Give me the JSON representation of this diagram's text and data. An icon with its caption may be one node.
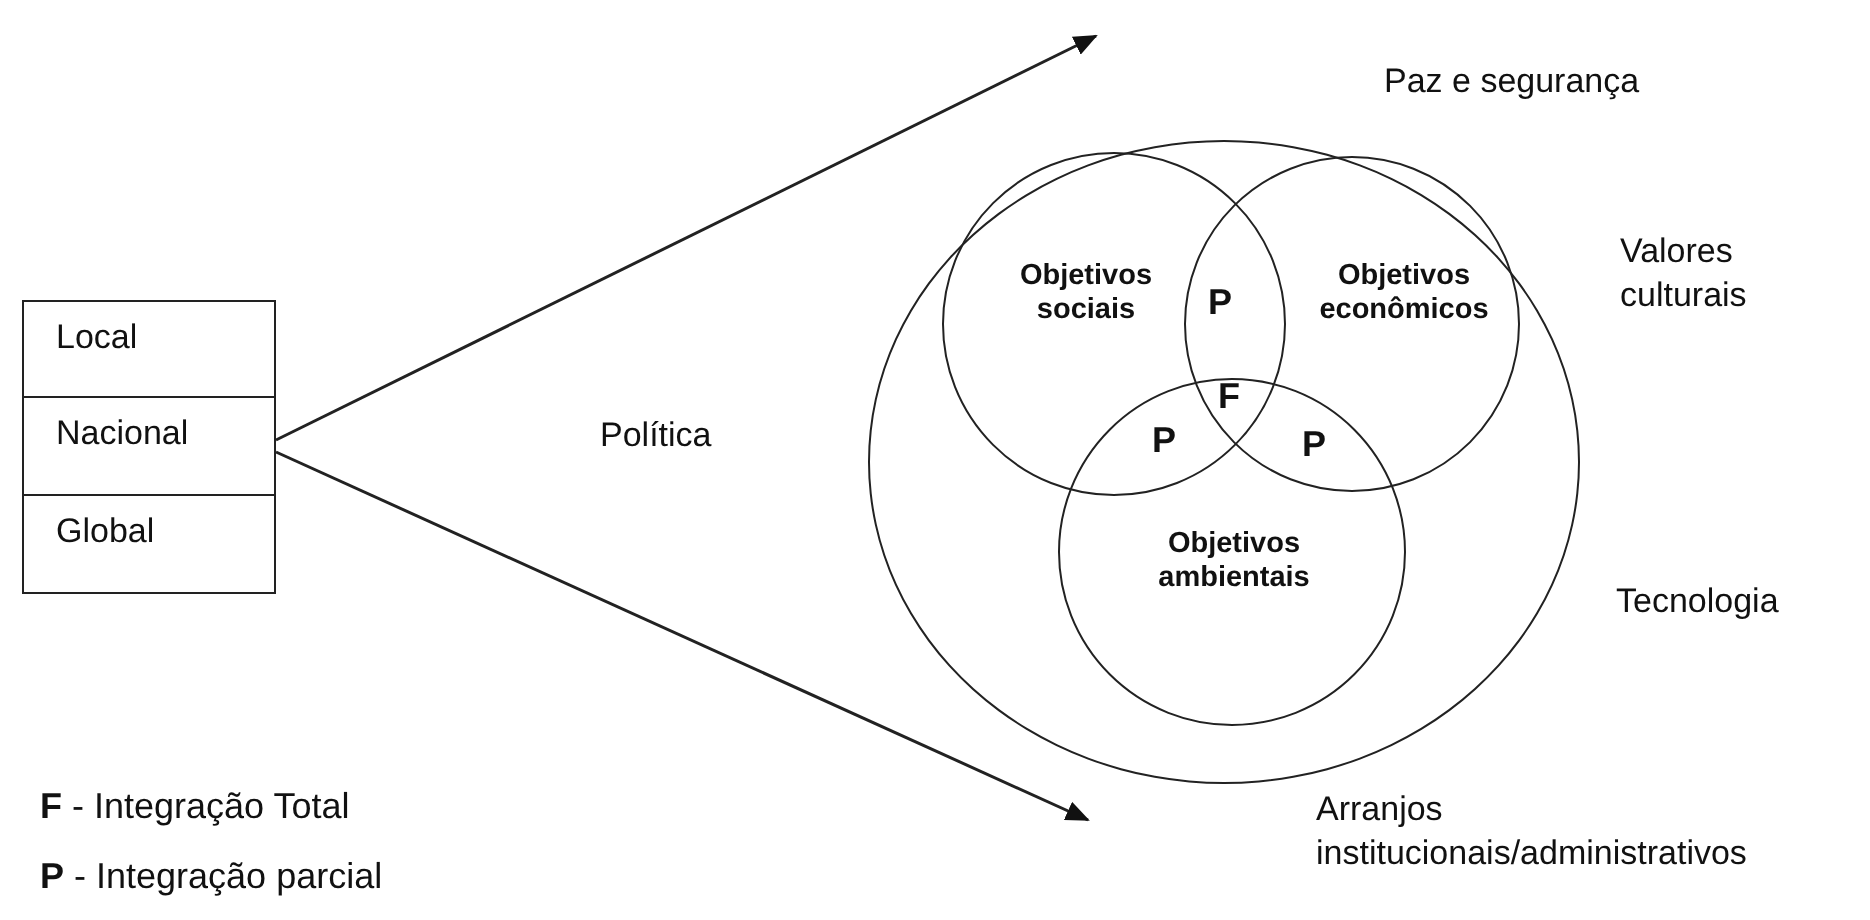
{
  "diagram": {
    "nodes": [
      {
        "text": [
          "Local"
        ]
      },
      {
        "text": [
          "Nacional"
        ]
      },
      {
        "text": [
          "Global"
        ]
      },
      {
        "text": [],
        "shape": "circle"
      },
      {
        "text": [
          "Objetivos sociais"
        ],
        "in": 3
      },
      {
        "text": [
          "Objetivos econômicos"
        ],
        "in": 3
      },
      {
        "text": [
          "Objetivos ambientais"
        ],
        "in": 3
      }
    ],
    "edges": [
      {
        "from": 1,
        "to": null,
        "arrow": "to"
      },
      {
        "from": 1,
        "to": 3,
        "arrow": "to"
      }
    ],
    "labels": [
      "Paz e segurança",
      "P",
      "Valores culturais",
      "F",
      "P",
      "P",
      "Política",
      "Tecnologia",
      "Arranjos institucionais/administrativos",
      "**F** - Integração Total",
      "**P** - Integração parcial"
    ]
  }
}
